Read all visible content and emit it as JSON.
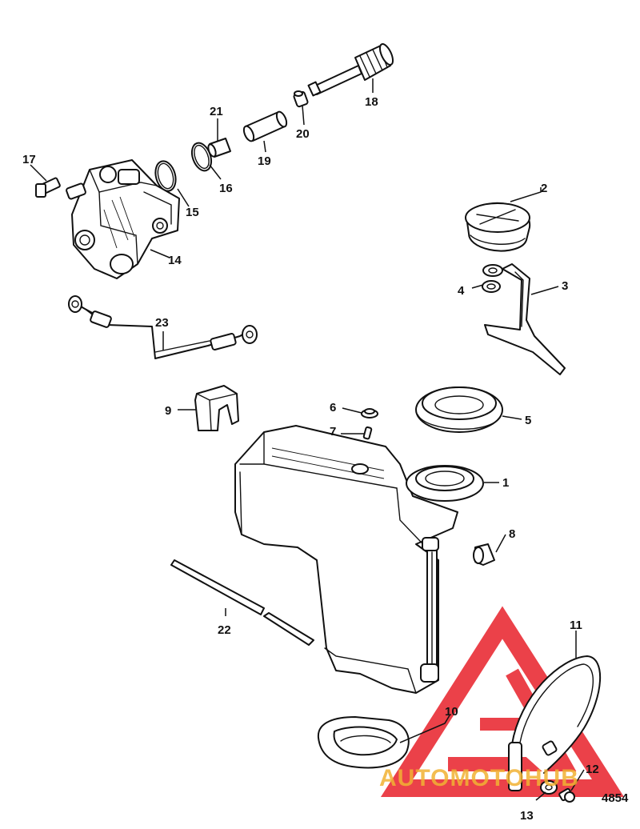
{
  "diagram": {
    "figure_number": "4854",
    "callouts": [
      {
        "id": "c1",
        "text": "1"
      },
      {
        "id": "c2",
        "text": "2"
      },
      {
        "id": "c3",
        "text": "3"
      },
      {
        "id": "c4",
        "text": "4"
      },
      {
        "id": "c5",
        "text": "5"
      },
      {
        "id": "c6",
        "text": "6"
      },
      {
        "id": "c7",
        "text": "7"
      },
      {
        "id": "c8",
        "text": "8"
      },
      {
        "id": "c9",
        "text": "9"
      },
      {
        "id": "c10",
        "text": "10"
      },
      {
        "id": "c11",
        "text": "11"
      },
      {
        "id": "c12",
        "text": "12"
      },
      {
        "id": "c13",
        "text": "13"
      },
      {
        "id": "c14",
        "text": "14"
      },
      {
        "id": "c15",
        "text": "15"
      },
      {
        "id": "c16",
        "text": "16"
      },
      {
        "id": "c17",
        "text": "17"
      },
      {
        "id": "c18",
        "text": "18"
      },
      {
        "id": "c19",
        "text": "19"
      },
      {
        "id": "c20",
        "text": "20"
      },
      {
        "id": "c21",
        "text": "21"
      },
      {
        "id": "c22",
        "text": "22"
      },
      {
        "id": "c23",
        "text": "23"
      }
    ]
  },
  "watermark": {
    "text": "AUTOMOTOHUB",
    "logo_color": "#e8202a",
    "text_color": "#f2b233"
  }
}
